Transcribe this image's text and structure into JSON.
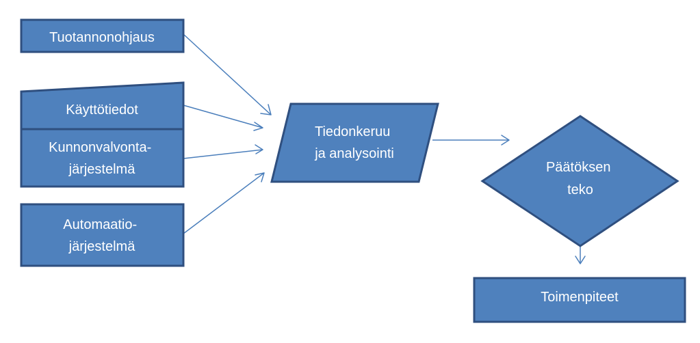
{
  "colors": {
    "fill": "#4f81bd",
    "stroke": "#2f4f7f",
    "connector": "#4a7ebb",
    "text": "#ffffff"
  },
  "nodes": {
    "tuotannonohjaus": {
      "lines": [
        "Tuotannonohjaus"
      ]
    },
    "kayttotiedot": {
      "lines": [
        "Käyttötiedot"
      ]
    },
    "kunnonvalvonta": {
      "lines": [
        "Kunnonvalvonta-",
        "järjestelmä"
      ]
    },
    "automaatio": {
      "lines": [
        "Automaatio-",
        "järjestelmä"
      ]
    },
    "tiedonkeruu": {
      "lines": [
        "Tiedonkeruu",
        "ja analysointi"
      ]
    },
    "paatoksenteko": {
      "lines": [
        "Päätöksen",
        "teko"
      ]
    },
    "toimenpiteet": {
      "lines": [
        "Toimenpiteet"
      ]
    }
  }
}
